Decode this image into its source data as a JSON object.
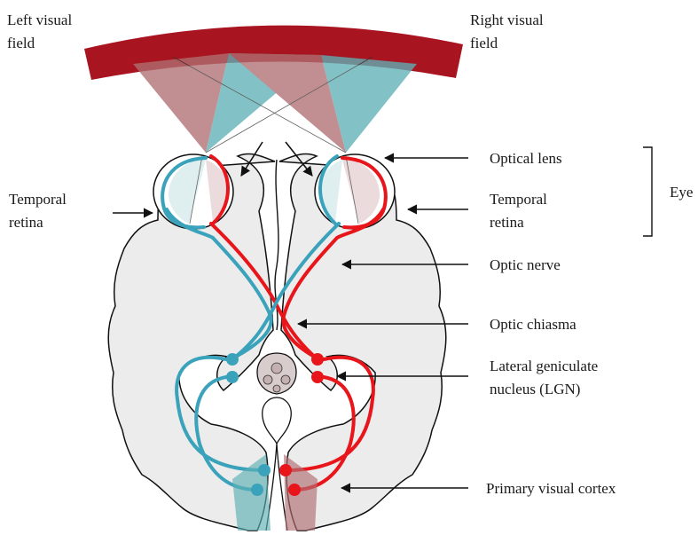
{
  "labels": {
    "left_visual_field": [
      "Left visual",
      "field"
    ],
    "right_visual_field": [
      "Right visual",
      "field"
    ],
    "temporal_retina_left": [
      "Temporal",
      "retina"
    ],
    "optical_lens": "Optical lens",
    "temporal_retina_right": [
      "Temporal",
      "retina"
    ],
    "eye": "Eye",
    "optic_nerve": "Optic nerve",
    "optic_chiasma": "Optic chiasma",
    "lgn": [
      "Lateral geniculate",
      "nucleus (LGN)"
    ],
    "primary_visual_cortex": "Primary visual cortex"
  },
  "colors": {
    "visual_field_arc": "#a8141f",
    "red_pathway": "#e8151b",
    "blue_pathway": "#3aa3bb",
    "red_field": "#b06f73",
    "blue_field": "#5fb0b5",
    "brain_fill": "#ececec",
    "brain_stroke": "#111111"
  }
}
